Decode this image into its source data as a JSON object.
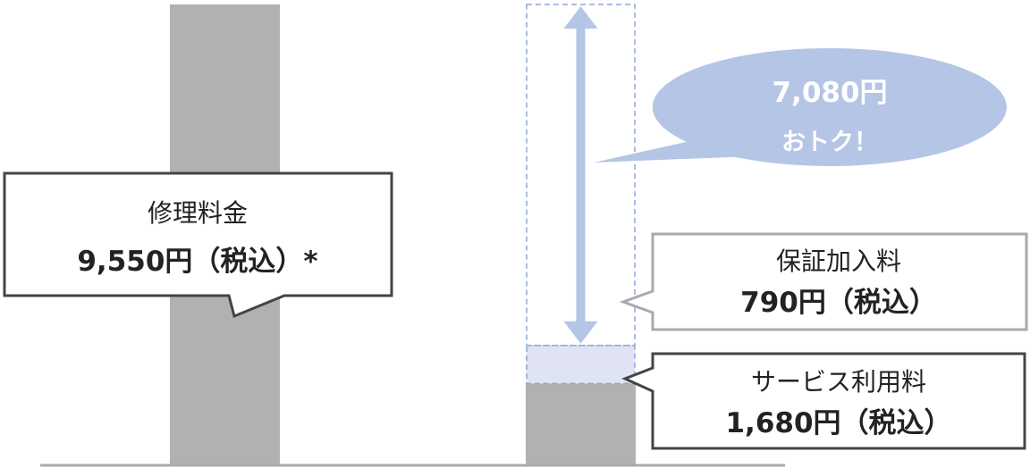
{
  "chart_data": {
    "type": "bar",
    "categories": [
      "",
      ""
    ],
    "unit": "円",
    "series": [
      {
        "values": [
          9550,
          1680
        ]
      },
      {
        "values": [
          0,
          790
        ]
      }
    ],
    "savings": {
      "value": 7080,
      "label_amount": "7,080円",
      "label_text": "おトク！"
    },
    "annotations": {
      "repair": {
        "title": "修理料金",
        "value_text": "9,550円（税込）*"
      },
      "guarantee": {
        "title": "保証加入料",
        "value_text": "790円（税込）"
      },
      "service": {
        "title": "サービス利用料",
        "value_text": "1,680円（税込）"
      }
    }
  },
  "colors": {
    "bar": "#b1b1b1",
    "guarantee_fill": "#dfe3f4",
    "dashed_border": "#8fa6dd",
    "arrow": "#b4c5e5",
    "bubble": "#b4c5e5",
    "bubble_text": "#ffffff",
    "callout_border": "#444444",
    "callout_border_light": "#aaaaaa",
    "axis": "#aaaaaa"
  }
}
